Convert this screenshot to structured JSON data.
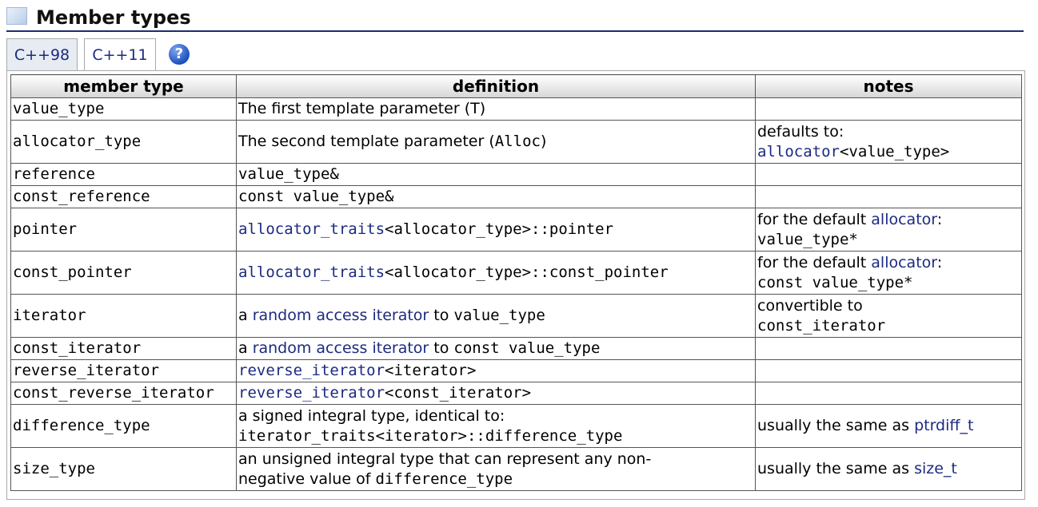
{
  "section": {
    "title": "Member types",
    "icon": "section-icon"
  },
  "tabs": [
    {
      "label": "C++98",
      "active": false
    },
    {
      "label": "C++11",
      "active": true
    }
  ],
  "help": {
    "icon": "help-icon",
    "glyph": "?"
  },
  "table": {
    "headers": [
      "member type",
      "definition",
      "notes"
    ],
    "rows": [
      {
        "member": "value_type",
        "definition": [
          {
            "t": "The first template parameter (T)"
          }
        ],
        "notes": []
      },
      {
        "member": "allocator_type",
        "definition": [
          {
            "t": "The second template parameter ("
          },
          {
            "t": "Alloc",
            "c": "mono"
          },
          {
            "t": ")"
          }
        ],
        "notes": [
          [
            {
              "t": "defaults to:"
            }
          ],
          [
            {
              "t": "allocator",
              "c": "mono lnk",
              "link": true
            },
            {
              "t": "<value_type>",
              "c": "mono"
            }
          ]
        ]
      },
      {
        "member": "reference",
        "definition": [
          {
            "t": "value_type&",
            "c": "mono"
          }
        ],
        "notes": []
      },
      {
        "member": "const_reference",
        "definition": [
          {
            "t": "const value_type&",
            "c": "mono"
          }
        ],
        "notes": []
      },
      {
        "member": "pointer",
        "definition": [
          {
            "t": "allocator_traits",
            "c": "mono lnk",
            "link": true
          },
          {
            "t": "<allocator_type>::pointer",
            "c": "mono"
          }
        ],
        "notes": [
          [
            {
              "t": "for the default "
            },
            {
              "t": "allocator",
              "c": "lnk",
              "link": true
            },
            {
              "t": ":"
            }
          ],
          [
            {
              "t": "value_type*",
              "c": "mono"
            }
          ]
        ]
      },
      {
        "member": "const_pointer",
        "definition": [
          {
            "t": "allocator_traits",
            "c": "mono lnk",
            "link": true
          },
          {
            "t": "<allocator_type>::const_pointer",
            "c": "mono"
          }
        ],
        "notes": [
          [
            {
              "t": "for the default "
            },
            {
              "t": "allocator",
              "c": "lnk",
              "link": true
            },
            {
              "t": ":"
            }
          ],
          [
            {
              "t": "const value_type*",
              "c": "mono"
            }
          ]
        ]
      },
      {
        "member": "iterator",
        "definition": [
          {
            "t": "a "
          },
          {
            "t": "random access iterator",
            "c": "lnk",
            "link": true
          },
          {
            "t": " to "
          },
          {
            "t": "value_type",
            "c": "mono"
          }
        ],
        "notes": [
          [
            {
              "t": "convertible to"
            }
          ],
          [
            {
              "t": "const_iterator",
              "c": "mono"
            }
          ]
        ]
      },
      {
        "member": "const_iterator",
        "definition": [
          {
            "t": "a "
          },
          {
            "t": "random access iterator",
            "c": "lnk",
            "link": true
          },
          {
            "t": " to "
          },
          {
            "t": "const value_type",
            "c": "mono"
          }
        ],
        "notes": []
      },
      {
        "member": "reverse_iterator",
        "definition": [
          {
            "t": "reverse_iterator",
            "c": "mono lnk",
            "link": true
          },
          {
            "t": "<iterator>",
            "c": "mono"
          }
        ],
        "notes": []
      },
      {
        "member": "const_reverse_iterator",
        "definition": [
          {
            "t": "reverse_iterator",
            "c": "mono lnk",
            "link": true
          },
          {
            "t": "<const_iterator>",
            "c": "mono"
          }
        ],
        "notes": []
      },
      {
        "member": "difference_type",
        "definition": [
          {
            "t": "a signed integral type, identical to:"
          },
          {
            "br": true
          },
          {
            "t": "iterator_traits<iterator>::difference_type",
            "c": "mono"
          }
        ],
        "notes": [
          [
            {
              "t": "usually the same as "
            },
            {
              "t": "ptrdiff_t",
              "c": "lnk",
              "link": true
            }
          ]
        ]
      },
      {
        "member": "size_type",
        "definition": [
          {
            "t": "an unsigned integral type that can represent any non-"
          },
          {
            "br": true
          },
          {
            "t": "negative value of "
          },
          {
            "t": "difference_type",
            "c": "mono"
          }
        ],
        "notes": [
          [
            {
              "t": "usually the same as "
            },
            {
              "t": "size_t",
              "c": "lnk",
              "link": true
            }
          ]
        ]
      }
    ]
  },
  "colors": {
    "link": "#1c2a80",
    "rule": "#1d2b72",
    "tab_inactive": "#e6ecf2"
  }
}
